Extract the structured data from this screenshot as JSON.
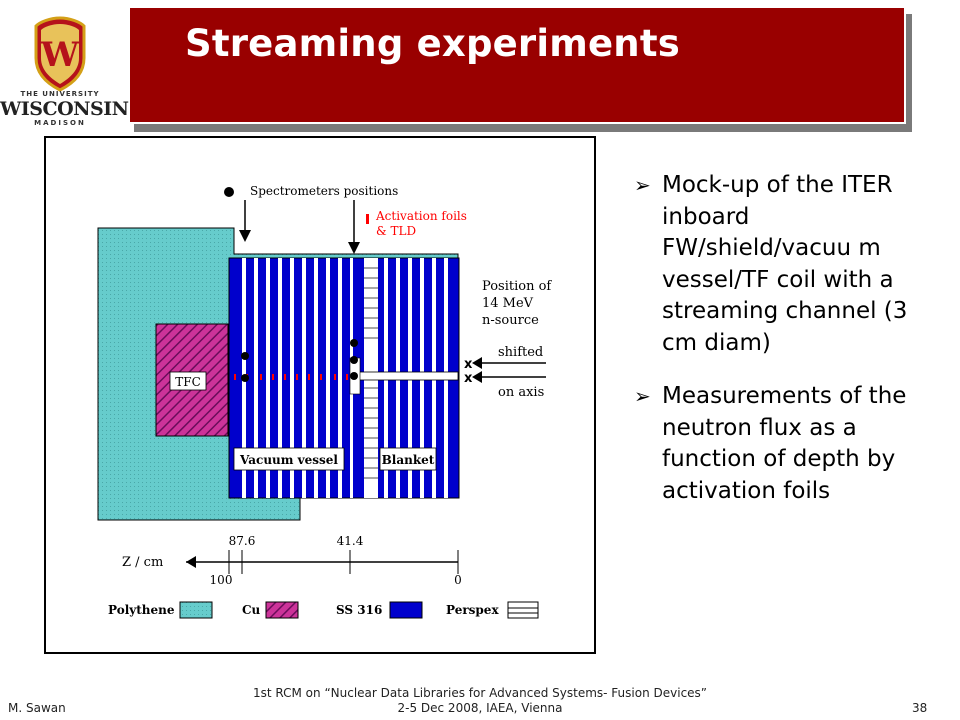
{
  "slide": {
    "title": "Streaming experiments",
    "logo": {
      "line1": "THE UNIVERSITY",
      "line2": "WISCONSIN",
      "line3": "MADISON",
      "letter": "W"
    },
    "diagram": {
      "spectrometers_label": "Spectrometers positions",
      "activation_label_1": "Activation foils",
      "activation_label_2": "& TLD",
      "source_label_1": "Position of",
      "source_label_2": "14 MeV",
      "source_label_3": "n-source",
      "shifted_label": "shifted",
      "on_axis_label": "on axis",
      "x_mark": "x",
      "tfc_label": "TFC",
      "vacuum_vessel_label": "Vacuum vessel",
      "blanket_label": "Blanket",
      "axis_title": "Z / cm",
      "tick_100": "100",
      "tick_87_6": "87.6",
      "tick_41_4": "41.4",
      "tick_0": "0",
      "legend": [
        {
          "label": "Polythene",
          "color": "#66cccc"
        },
        {
          "label": "Cu",
          "color": "#cc3399"
        },
        {
          "label": "SS 316",
          "color": "#0000cc"
        },
        {
          "label": "Perspex",
          "color": "#ffffff"
        }
      ],
      "activation_color": "#ff0000"
    },
    "bullets": [
      "Mock-up of the ITER inboard FW/shield/vacuu m vessel/TF coil with a streaming channel (3 cm diam)",
      "Measurements of the neutron flux as a function of depth by activation foils"
    ],
    "footer": {
      "author": "M. Sawan",
      "center_line1": "1st RCM on “Nuclear Data Libraries for Advanced Systems- Fusion Devices”",
      "center_line2": "2-5 Dec 2008, IAEA, Vienna",
      "page": "38"
    }
  }
}
